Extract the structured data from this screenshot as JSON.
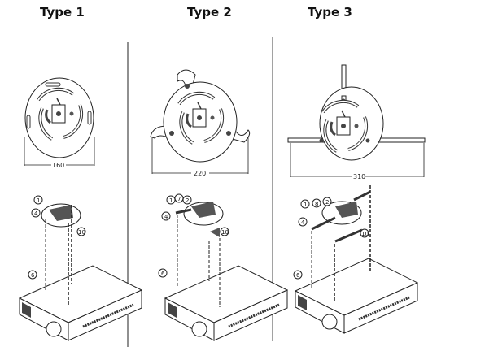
{
  "types": [
    {
      "title": "Type 1",
      "dimension": "160",
      "callouts": [
        "1",
        "4",
        "10",
        "6"
      ]
    },
    {
      "title": "Type 2",
      "dimension": "220",
      "callouts": [
        "1",
        "7",
        "2",
        "4",
        "10",
        "6"
      ]
    },
    {
      "title": "Type 3",
      "dimension": "310",
      "callouts": [
        "1",
        "8",
        "2",
        "4",
        "10",
        "6"
      ]
    }
  ]
}
